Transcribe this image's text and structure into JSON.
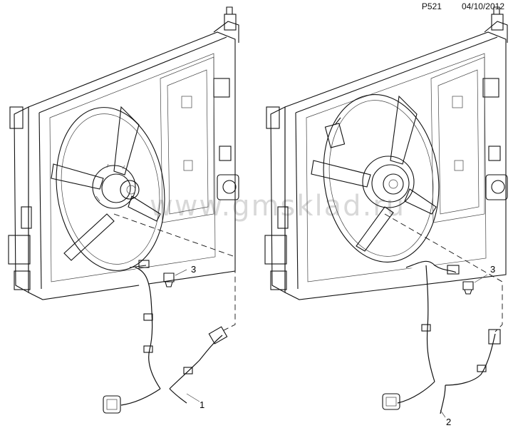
{
  "header": {
    "code": "P521",
    "date": "04/10/2012"
  },
  "watermark": "www.gmsklad.ru",
  "callouts": {
    "left_harness": "1",
    "right_harness": "2",
    "left_clip": "3",
    "right_clip": "3"
  }
}
